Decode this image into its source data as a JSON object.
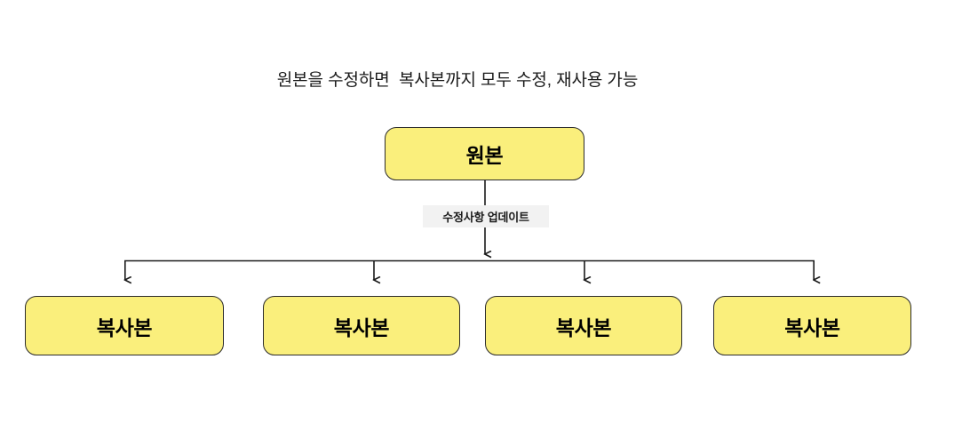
{
  "diagram": {
    "title": "원본을 수정하면  복사본까지 모두 수정, 재사용 가능",
    "root_node": {
      "label": "원본",
      "fill_color": "#FAEF7C",
      "border_color": "#2B2B2B",
      "text_color": "#000000"
    },
    "edge_label": {
      "text": "수정사항 업데이트",
      "background_color": "#F2F2F2",
      "text_color": "#1A1A1A"
    },
    "copy_nodes": [
      {
        "label": "복사본"
      },
      {
        "label": "복사본"
      },
      {
        "label": "복사본"
      },
      {
        "label": "복사본"
      }
    ],
    "connector": {
      "line_color": "#1A1A1A",
      "arrow_name": "arrow-head-down"
    },
    "background_color": "#FFFFFF"
  }
}
